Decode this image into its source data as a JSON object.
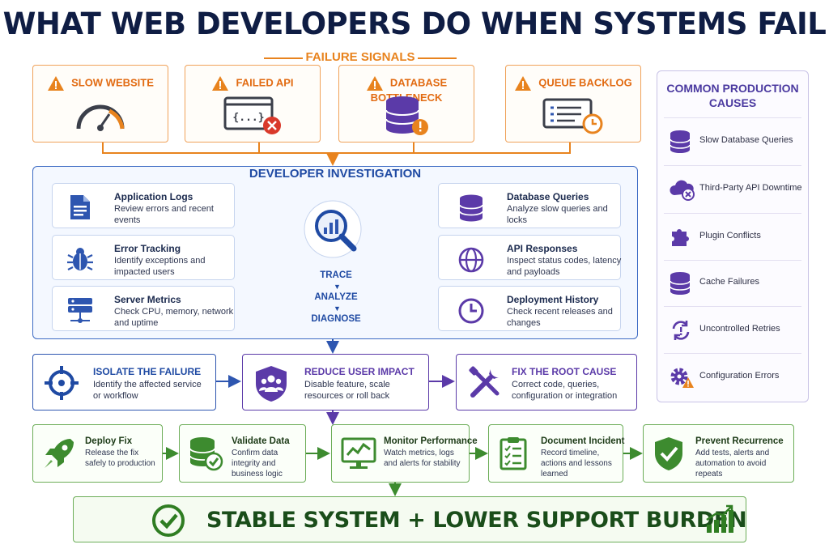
{
  "title": "WHAT WEB DEVELOPERS DO WHEN SYSTEMS FAIL",
  "failure_signals": {
    "label": "FAILURE SIGNALS",
    "items": [
      {
        "label": "SLOW WEBSITE",
        "icon": "speedometer-icon"
      },
      {
        "label": "FAILED API",
        "icon": "api-error-icon"
      },
      {
        "label": "DATABASE BOTTLENECK",
        "icon": "database-warning-icon"
      },
      {
        "label": "QUEUE BACKLOG",
        "icon": "queue-clock-icon"
      }
    ]
  },
  "investigation": {
    "title": "DEVELOPER INVESTIGATION",
    "left": [
      {
        "title": "Application Logs",
        "desc": "Review errors and recent events",
        "icon": "document-icon"
      },
      {
        "title": "Error Tracking",
        "desc": "Identify exceptions and impacted users",
        "icon": "bug-icon"
      },
      {
        "title": "Server Metrics",
        "desc": "Check CPU, memory, network and uptime",
        "icon": "server-icon"
      }
    ],
    "right": [
      {
        "title": "Database Queries",
        "desc": "Analyze slow queries and locks",
        "icon": "database-icon"
      },
      {
        "title": "API Responses",
        "desc": "Inspect status codes, latency and payloads",
        "icon": "globe-icon"
      },
      {
        "title": "Deployment History",
        "desc": "Check recent releases and changes",
        "icon": "clock-icon"
      }
    ],
    "steps": [
      "TRACE",
      "ANALYZE",
      "DIAGNOSE"
    ]
  },
  "causes": {
    "title_line1": "COMMON PRODUCTION",
    "title_line2": "CAUSES",
    "items": [
      {
        "label": "Slow Database Queries",
        "icon": "database-icon"
      },
      {
        "label": "Third-Party API Downtime",
        "icon": "cloud-error-icon"
      },
      {
        "label": "Plugin Conflicts",
        "icon": "puzzle-icon"
      },
      {
        "label": "Cache Failures",
        "icon": "database-icon"
      },
      {
        "label": "Uncontrolled Retries",
        "icon": "retry-warning-icon"
      },
      {
        "label": "Configuration Errors",
        "icon": "gear-warning-icon"
      }
    ]
  },
  "actions": [
    {
      "title": "ISOLATE THE FAILURE",
      "desc": "Identify the affected service or workflow",
      "icon": "crosshair-icon",
      "color": "#1f4aa3"
    },
    {
      "title": "REDUCE USER IMPACT",
      "desc": "Disable feature, scale resources or roll back",
      "icon": "users-shield-icon",
      "color": "#5b3aa8"
    },
    {
      "title": "FIX THE ROOT CAUSE",
      "desc": "Correct code, queries, configuration or integration",
      "icon": "tools-icon",
      "color": "#5b3aa8"
    }
  ],
  "resolution": [
    {
      "title": "Deploy Fix",
      "desc": "Release the fix safely to production",
      "icon": "rocket-icon"
    },
    {
      "title": "Validate Data",
      "desc": "Confirm data integrity and business logic",
      "icon": "database-check-icon"
    },
    {
      "title": "Monitor Performance",
      "desc": "Watch metrics, logs and alerts for stability",
      "icon": "monitor-chart-icon"
    },
    {
      "title": "Document Incident",
      "desc": "Record timeline, actions and lessons learned",
      "icon": "checklist-icon"
    },
    {
      "title": "Prevent Recurrence",
      "desc": "Add tests, alerts and automation to avoid repeats",
      "icon": "shield-check-icon"
    }
  ],
  "outcome": {
    "label": "STABLE SYSTEM + LOWER SUPPORT BURDEN",
    "icon": "growth-chart-icon"
  },
  "colors": {
    "orange": "#e8831e",
    "blue": "#1f4aa3",
    "purple": "#5b3aa8",
    "green": "#3d8b2f"
  }
}
